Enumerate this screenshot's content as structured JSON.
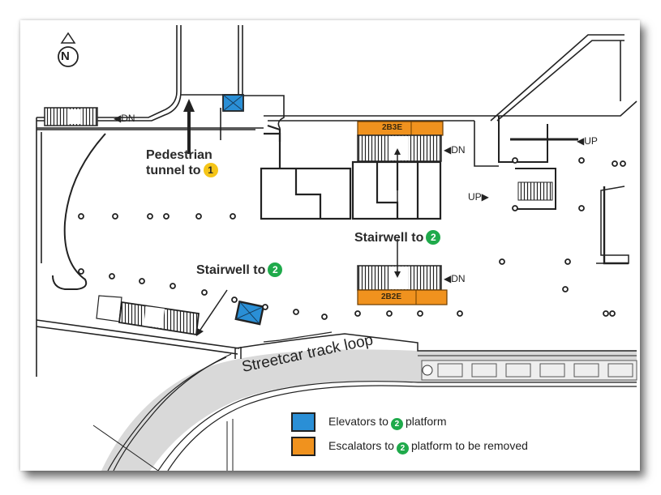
{
  "map": {
    "north_label": "N",
    "labels": {
      "pedestrian_tunnel": {
        "line1": "Pedestrian",
        "line2": "tunnel to",
        "route": "1"
      },
      "stairwell_west": {
        "text": "Stairwell to",
        "route": "2"
      },
      "stairwell_center": {
        "text": "Stairwell to",
        "route": "2"
      },
      "streetcar": "Streetcar track loop"
    },
    "directions": {
      "dn_west": "◀DN",
      "dn_north_escalator": "◀DN",
      "dn_south_escalator": "◀DN",
      "up_east_upper": "◀UP",
      "up_east_lower": "UP▶"
    },
    "escalators": [
      {
        "code": "2B3E"
      },
      {
        "code": "2B2E"
      }
    ],
    "colors": {
      "elevator": "#2a8fd6",
      "escalator": "#f0921e",
      "line1": "#f5c518",
      "line2": "#1faa4b",
      "track": "#d9d9d9"
    }
  },
  "legend": {
    "items": [
      {
        "prefix": "Elevators to",
        "route": "2",
        "suffix": "platform",
        "color": "#2a8fd6"
      },
      {
        "prefix": "Escalators to",
        "route": "2",
        "suffix": "platform to be removed",
        "color": "#f0921e"
      }
    ]
  }
}
